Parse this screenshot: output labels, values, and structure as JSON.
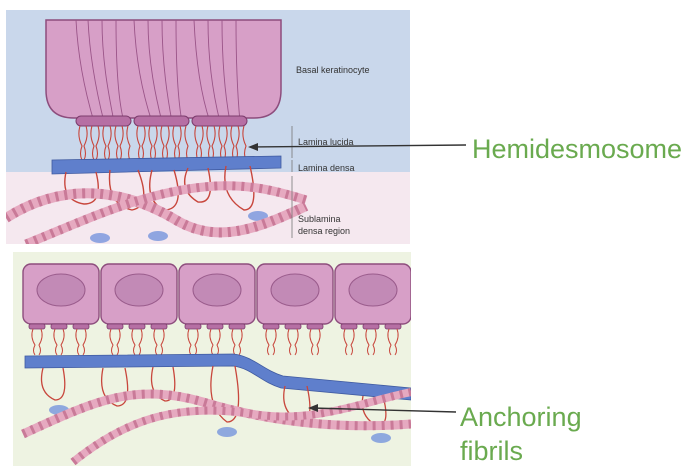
{
  "top_labels": {
    "basal": "Basal keratinocyte",
    "lucida": "Lamina lucida",
    "densa": "Lamina densa",
    "sublamina_line1": "Sublamina",
    "sublamina_line2": "densa region"
  },
  "callouts": {
    "hemidesmosome": "Hemidesmosome",
    "anchoring_line1": "Anchoring",
    "anchoring_line2": "fibrils"
  },
  "colors": {
    "cell_pink": "#d79fc7",
    "cell_edge": "#8d4d7d",
    "lamina_blue": "#5f7fcc",
    "fibril_red": "#c8463c",
    "callout_green": "#6aaa4f"
  }
}
